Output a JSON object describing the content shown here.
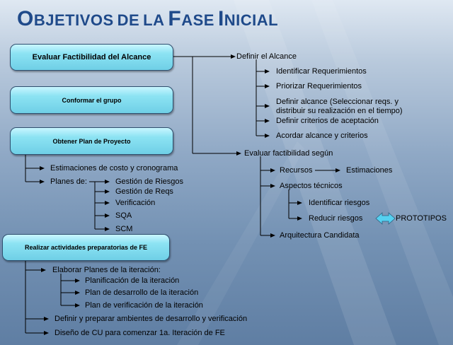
{
  "title": {
    "words": [
      [
        "O",
        "BJETIVOS"
      ],
      [
        "DE"
      ],
      [
        "LA"
      ],
      [
        "F",
        "ASE"
      ],
      [
        "I",
        "NICIAL"
      ]
    ]
  },
  "boxes": {
    "evaluar": "Evaluar Factibilidad del Alcance",
    "conformar": "Conformar el grupo",
    "plan": "Obtener Plan de Proyecto",
    "realizar": "Realizar actividades preparatorias de FE"
  },
  "alcance": {
    "definir": "Definir el Alcance",
    "items": [
      "Identificar Requerimientos",
      "Priorizar Requerimientos",
      "Definir alcance (Seleccionar reqs. y",
      "distribuir su realización en el tiempo)",
      "Definir criterios de aceptación",
      "Acordar alcance y criterios"
    ]
  },
  "factibilidad": {
    "label": "Evaluar factibilidad según",
    "recursos": "Recursos",
    "estimaciones": "Estimaciones",
    "aspectos": "Aspectos técnicos",
    "identificar": "Identificar riesgos",
    "reducir": "Reducir riesgos",
    "prototipos": "PROTOTIPOS",
    "arquitectura": "Arquitectura Candidata"
  },
  "proyecto": {
    "estimaciones": "Estimaciones de costo y cronograma",
    "planes": "Planes de:",
    "items": [
      "Gestión de Riesgos",
      "Gestión de Reqs",
      "Verificación",
      "SQA",
      "SCM"
    ]
  },
  "preparatorias": {
    "elaborar": "Elaborar Planes de la iteración:",
    "items": [
      "Planificación de la iteración",
      "Plan de desarrollo de la iteración",
      "Plan de verificación de la iteración"
    ],
    "definir": "Definir y preparar ambientes de desarrollo y verificación",
    "diseno": "Diseño de CU para comenzar 1a. Iteración de FE"
  },
  "colors": {
    "title": "#1f4a8a",
    "box": "#8ce3f3",
    "arrow": "#55d0f0"
  }
}
